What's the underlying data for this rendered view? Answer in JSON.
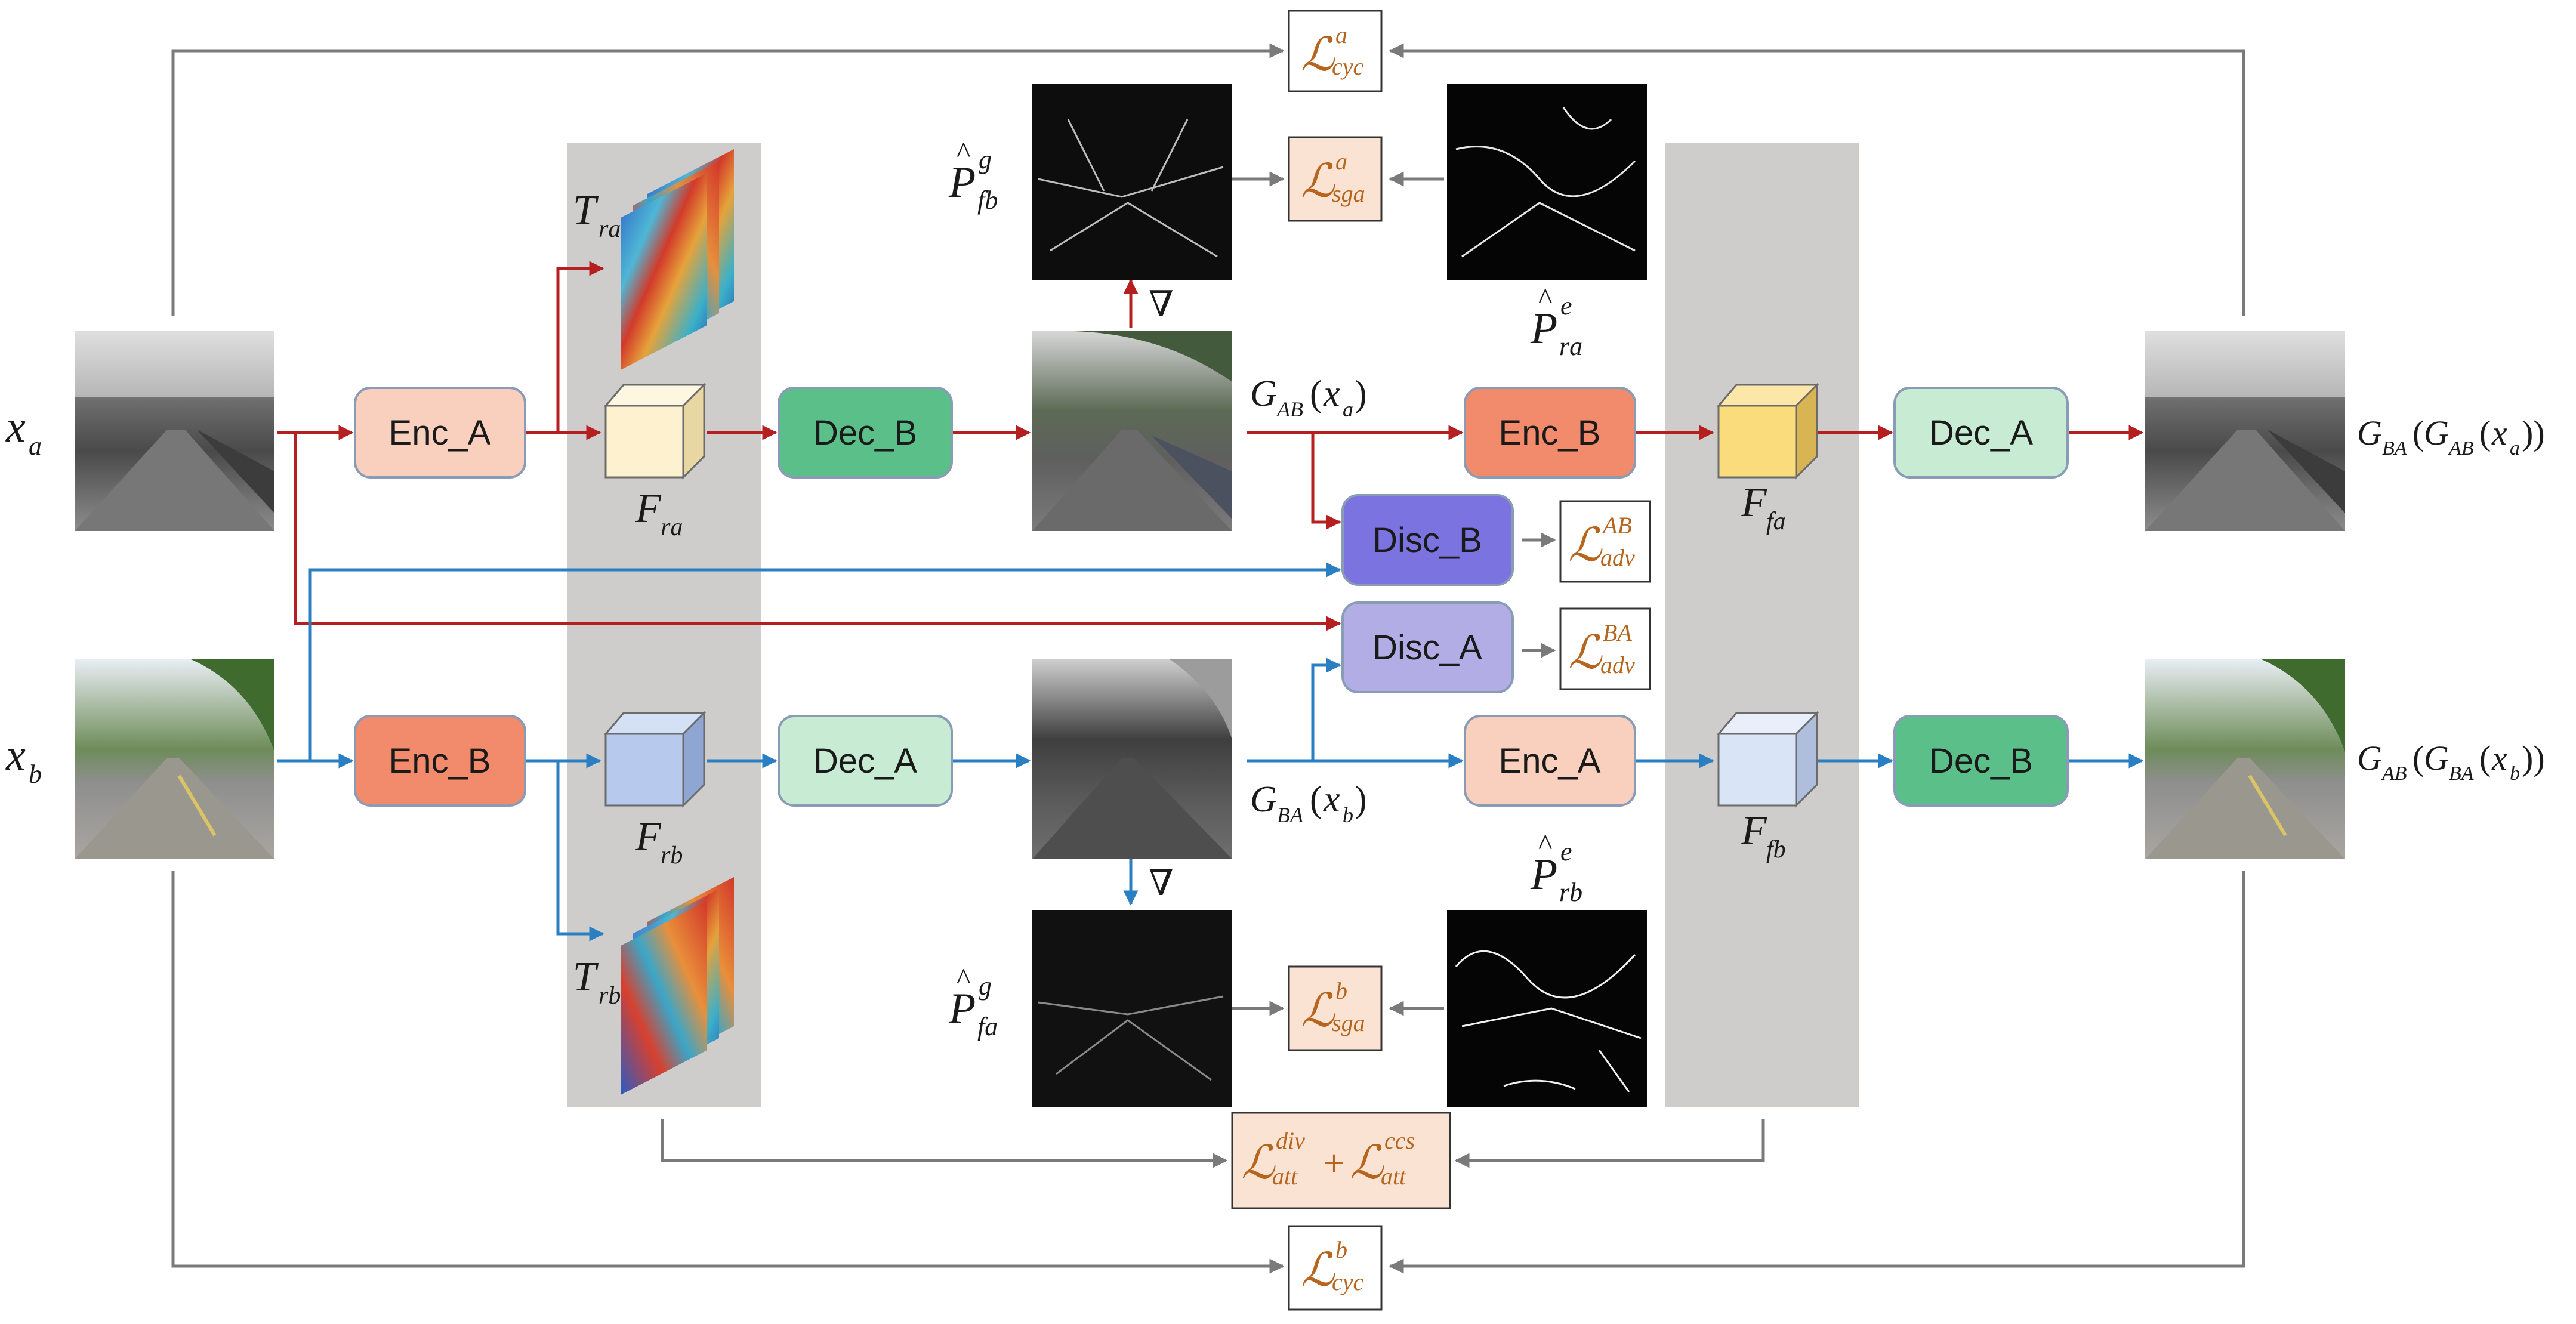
{
  "colors": {
    "enc_a": "#f9cfbe",
    "enc_b": "#f28b6b",
    "dec_a": "#c8ecd3",
    "dec_b": "#5bbf8a",
    "disc_b": "#7b73e0",
    "disc_a": "#b3ade6",
    "loss_fill": "#fbe3d3",
    "panel": "#cfcccc",
    "red_arrow": "#b51f1f",
    "blue_arrow": "#2a7ec2",
    "gray_arrow": "#7a7a7a",
    "loss_text": "#b5651d"
  },
  "blocks": {
    "enc_a_top": "Enc_A",
    "dec_b_top": "Dec_B",
    "enc_b_top": "Enc_B",
    "dec_a_top": "Dec_A",
    "disc_b": "Disc_B",
    "disc_a": "Disc_A",
    "enc_b_bottom": "Enc_B",
    "dec_a_bottom": "Dec_A",
    "enc_a_bottom": "Enc_A",
    "dec_b_bottom": "Dec_B"
  },
  "labels": {
    "x": "x",
    "sub_a": "a",
    "sub_b": "b",
    "T": "T",
    "F": "F",
    "ra": "ra",
    "rb": "rb",
    "fa": "fa",
    "fb": "fb",
    "P": "P",
    "sup_g": "g",
    "sup_e": "e",
    "nabla": "∇",
    "G": "G",
    "AB": "AB",
    "BA": "BA",
    "open": "(",
    "close": ")",
    "close2": "))"
  },
  "losses": {
    "L": "ℒ",
    "cyc": "cyc",
    "sga": "sga",
    "adv": "adv",
    "att": "att",
    "sup_a": "a",
    "sup_b": "b",
    "sup_AB": "AB",
    "sup_BA": "BA",
    "sup_div": "div",
    "sup_ccs": "ccs",
    "plus": "+"
  },
  "images": {
    "x_a": "thermal street scene",
    "x_b": "daytime road scene",
    "g_ab_xa": "generated visible street",
    "g_ba_xb": "generated thermal road",
    "p_fb_g": "gradient map",
    "p_ra_e": "edge map",
    "p_fa_g": "gradient map",
    "p_rb_e": "edge map",
    "rec_a": "reconstructed thermal",
    "rec_b": "reconstructed visible"
  }
}
